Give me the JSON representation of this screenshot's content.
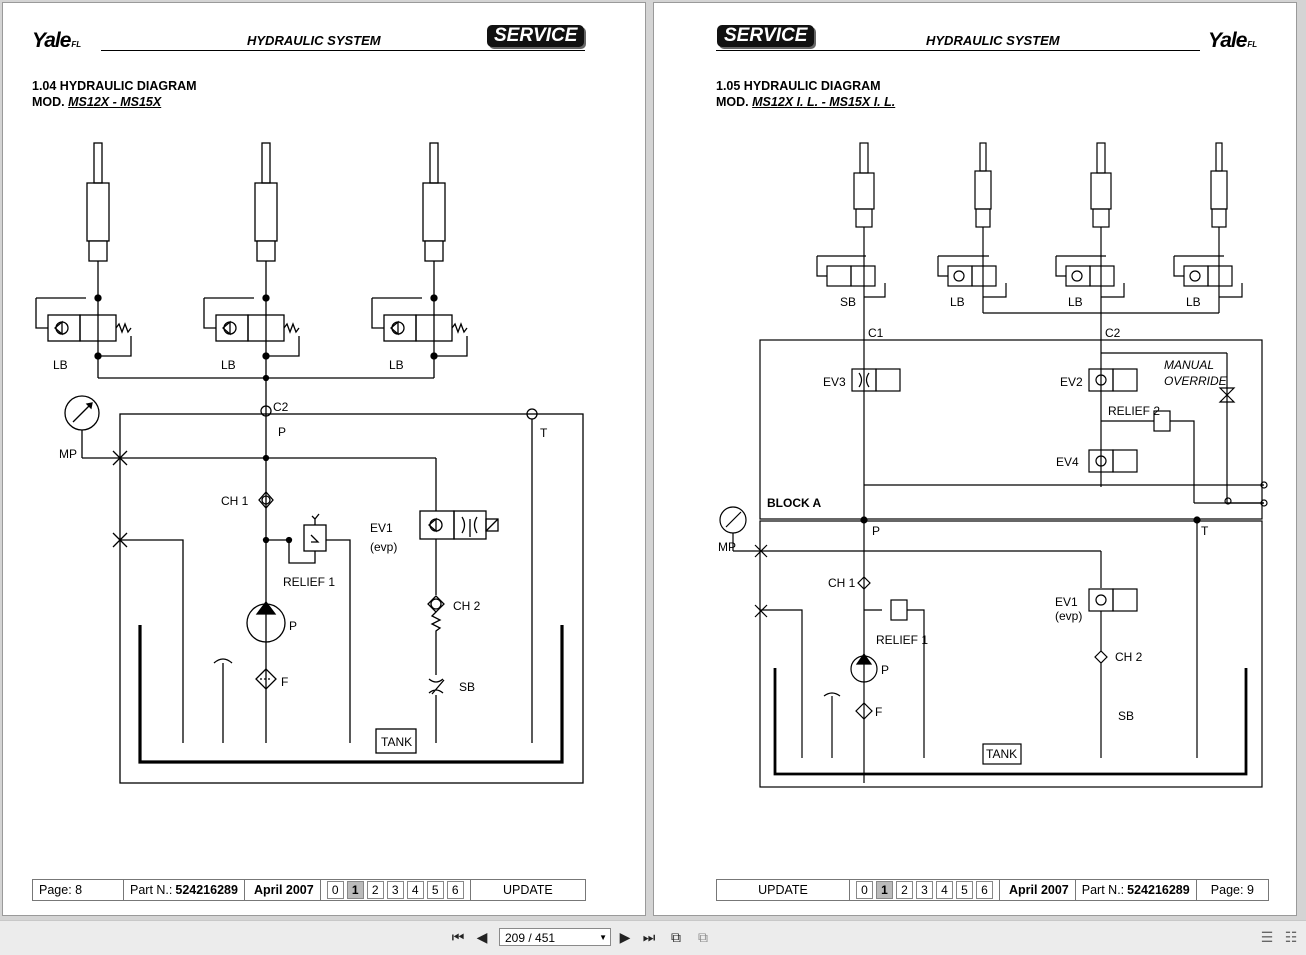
{
  "left_page": {
    "logo": "Yale",
    "logo_mark": "FL",
    "header_title": "HYDRAULIC SYSTEM",
    "service_badge": "SERVICE",
    "section_number": "1.04 HYDRAULIC DIAGRAM",
    "model_prefix": "MOD.",
    "model": "MS12X - MS15X",
    "labels": {
      "lb1": "LB",
      "lb2": "LB",
      "lb3": "LB",
      "c2": "C2",
      "p": "P",
      "t": "T",
      "mp": "MP",
      "ch1": "CH 1",
      "relief1": "RELIEF 1",
      "ev1": "EV1",
      "evp": "(evp)",
      "ch2": "CH 2",
      "pump": "P",
      "filter": "F",
      "sb": "SB",
      "tank": "TANK"
    },
    "footer": {
      "page_label": "Page:",
      "page": "8",
      "part_label": "Part N.:",
      "part": "524216289",
      "date": "April 2007",
      "updates": [
        "0",
        "1",
        "2",
        "3",
        "4",
        "5",
        "6"
      ],
      "active_update": "1",
      "update_label": "UPDATE"
    }
  },
  "right_page": {
    "logo": "Yale",
    "logo_mark": "FL",
    "header_title": "HYDRAULIC SYSTEM",
    "service_badge": "SERVICE",
    "section_number": "1.05 HYDRAULIC DIAGRAM",
    "model_prefix": "MOD.",
    "model": "MS12X I. L. - MS15X I. L.",
    "labels": {
      "sb_top": "SB",
      "lb1": "LB",
      "lb2": "LB",
      "lb3": "LB",
      "c1": "C1",
      "c2": "C2",
      "ev3": "EV3",
      "ev2": "EV2",
      "manual": "MANUAL",
      "override": "OVERRIDE",
      "relief2": "RELIEF 2",
      "ev4": "EV4",
      "block_a": "BLOCK A",
      "p": "P",
      "t": "T",
      "mp": "MP",
      "ch1": "CH 1",
      "relief1": "RELIEF 1",
      "ev1": "EV1",
      "evp": "(evp)",
      "ch2": "CH 2",
      "pump": "P",
      "filter": "F",
      "sb": "SB",
      "tank": "TANK"
    },
    "footer": {
      "update_label": "UPDATE",
      "updates": [
        "0",
        "1",
        "2",
        "3",
        "4",
        "5",
        "6"
      ],
      "active_update": "1",
      "date": "April 2007",
      "part_label": "Part N.:",
      "part": "524216289",
      "page_label": "Page:",
      "page": "9"
    }
  },
  "toolbar": {
    "page_indicator": "209 / 451",
    "icons": [
      "first-page-icon",
      "prev-page-icon",
      "next-page-icon",
      "last-page-icon",
      "rotate-icon",
      "copy-icon",
      "single-page-view-icon",
      "two-page-view-icon"
    ]
  }
}
